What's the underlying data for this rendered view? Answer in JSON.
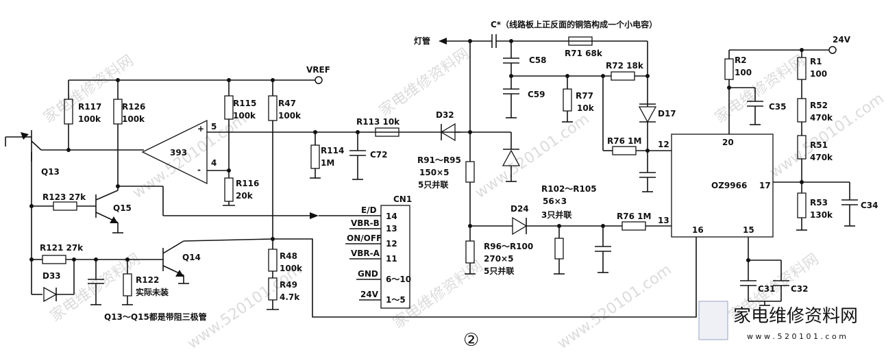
{
  "figure_number": "②",
  "top_note": "C*（线路板上正反面的铜箔构成一个小电容）",
  "rails": {
    "vref": "VREF",
    "v24": "24V",
    "lamp": "灯管"
  },
  "ic": {
    "opamp": "393",
    "pin_plus": "+",
    "pin_minus": "-",
    "pin5": "5",
    "pin4": "4",
    "controller": "OZ9966",
    "pin12": "12",
    "pin13": "13",
    "pin15": "15",
    "pin16": "16",
    "pin17": "17",
    "pin20": "20"
  },
  "connector": {
    "name": "CN1",
    "rows": [
      {
        "signal": "E/D",
        "pin": "14"
      },
      {
        "signal": "VBR-B",
        "pin": "13"
      },
      {
        "signal": "ON/OFF",
        "pin": "12"
      },
      {
        "signal": "VBR-A",
        "pin": "11"
      },
      {
        "signal": "GND",
        "pin": "6～10"
      },
      {
        "signal": "24V",
        "pin": "1～5"
      }
    ]
  },
  "transistors": {
    "q13": "Q13",
    "q14": "Q14",
    "q15": "Q15",
    "note": "Q13～Q15都是带阻三极管"
  },
  "diodes": {
    "d17": "D17",
    "d24": "D24",
    "d32": "D32",
    "d33": "D33"
  },
  "resistors": {
    "r117": "R117",
    "r117v": "100k",
    "r126": "R126",
    "r126v": "100k",
    "r115": "R115",
    "r115v": "100k",
    "r47": "R47",
    "r47v": "100k",
    "r116": "R116",
    "r116v": "20k",
    "r123": "R123  27k",
    "r121": "R121  27k",
    "r122": "R122",
    "r122v": "实际未装",
    "r48": "R48",
    "r48v": "100k",
    "r49": "R49",
    "r49v": "4.7k",
    "r113": "R113  10k",
    "r114": "R114",
    "r114v": "1M",
    "r91": "R91～R95",
    "r91v": "150×5",
    "r91n": "5只并联",
    "r96": "R96～R100",
    "r96v": "270×5",
    "r96n": "5只并联",
    "r102": "R102～R105",
    "r102v": "56×3",
    "r102n": "3只并联",
    "r76a": "R76  1M",
    "r76b": "R76  1M",
    "r71": "R71  68k",
    "r72": "R72  18k",
    "r77": "R77",
    "r77v": "10k",
    "r2": "R2",
    "r2v": "100",
    "r1": "R1",
    "r1v": "100",
    "r52": "R52",
    "r52v": "470k",
    "r51": "R51",
    "r51v": "470k",
    "r53": "R53",
    "r53v": "130k"
  },
  "capacitors": {
    "c72": "C72",
    "c58": "C58",
    "c59": "C59",
    "c35": "C35",
    "c34": "C34",
    "c31": "C31",
    "c32": "C32"
  },
  "watermark": {
    "logo": "家电维修资料网",
    "url": "www.520101.com",
    "small": "w w w . 5 2 0 1 0 1 . c o m"
  }
}
